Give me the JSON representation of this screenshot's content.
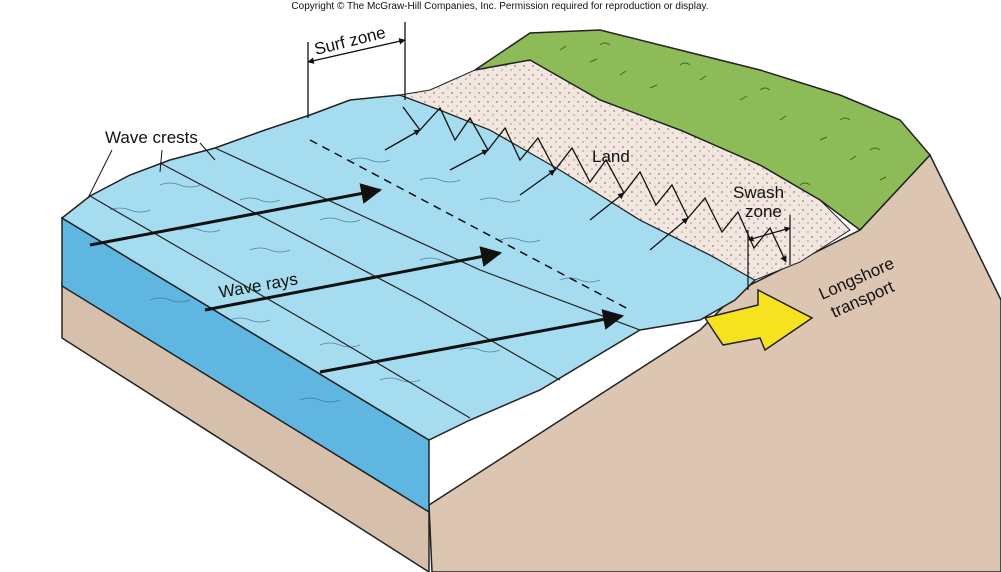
{
  "copyright": "Copyright © The McGraw-Hill Companies, Inc. Permission required for reproduction or display.",
  "labels": {
    "surf_zone": "Surf zone",
    "wave_crests": "Wave crests",
    "land": "Land",
    "swash": "Swash",
    "zone": "zone",
    "wave_rays": "Wave rays",
    "longshore": "Longshore",
    "transport": "transport"
  },
  "colors": {
    "water": "#a6dcef",
    "water_side": "#5fb6e0",
    "sand": "#f3e6df",
    "grass": "#8dbb57",
    "sediment": "#d7c0ab",
    "arrow": "#f7e21f",
    "outline": "#222222"
  }
}
